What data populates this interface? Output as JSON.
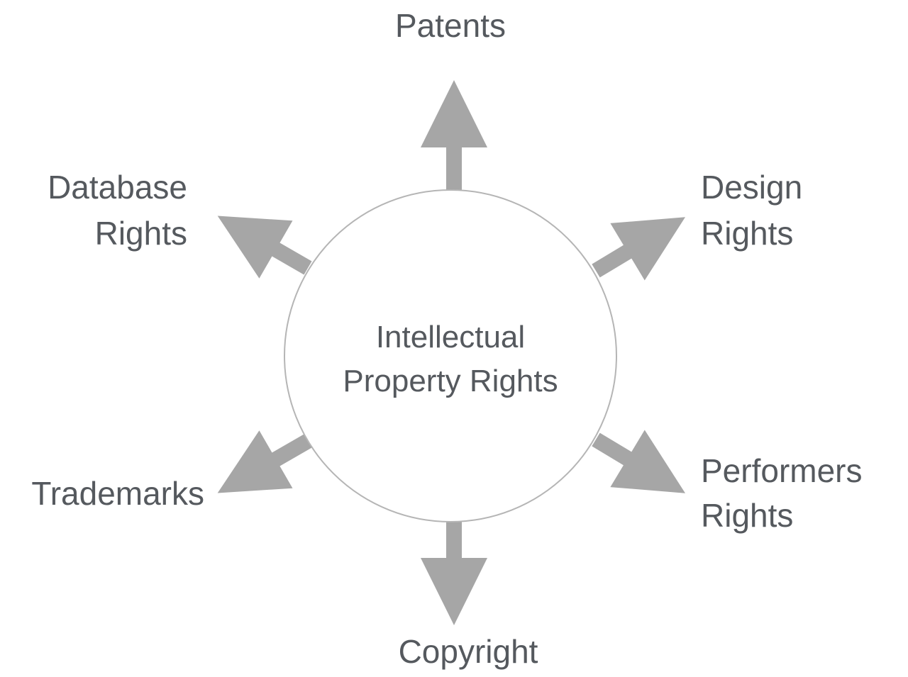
{
  "center": {
    "line1": "Intellectual",
    "line2": "Property Rights"
  },
  "nodes": {
    "patents": {
      "label": "Patents"
    },
    "design_rights": {
      "line1": "Design",
      "line2": "Rights"
    },
    "performers_rights": {
      "line1": "Performers",
      "line2": "Rights"
    },
    "copyright": {
      "label": "Copyright"
    },
    "trademarks": {
      "label": "Trademarks"
    },
    "database_rights": {
      "line1": "Database",
      "line2": "Rights"
    }
  },
  "colors": {
    "arrow": "#a6a6a6",
    "circle_border": "#b5b5b5",
    "text": "#55595e"
  }
}
